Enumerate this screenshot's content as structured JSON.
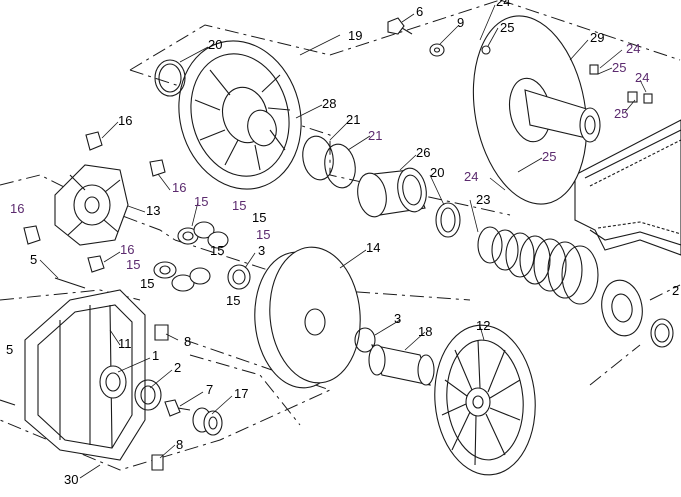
{
  "diagram": {
    "colors": {
      "ink": "#1a1a1a",
      "paper": "#ffffff",
      "accent_label": "#5b2a6e"
    },
    "callouts": [
      {
        "id": "c-6",
        "text": "6"
      },
      {
        "id": "c-9",
        "text": "9"
      },
      {
        "id": "c-24a",
        "text": "24"
      },
      {
        "id": "c-25a",
        "text": "25"
      },
      {
        "id": "c-19",
        "text": "19"
      },
      {
        "id": "c-20a",
        "text": "20"
      },
      {
        "id": "c-29",
        "text": "29"
      },
      {
        "id": "c-24b",
        "text": "24"
      },
      {
        "id": "c-25b",
        "text": "25"
      },
      {
        "id": "c-24c",
        "text": "24"
      },
      {
        "id": "c-25c",
        "text": "25"
      },
      {
        "id": "c-28",
        "text": "28"
      },
      {
        "id": "c-21a",
        "text": "21"
      },
      {
        "id": "c-21b",
        "text": "21"
      },
      {
        "id": "c-16a",
        "text": "16"
      },
      {
        "id": "c-26",
        "text": "26"
      },
      {
        "id": "c-25d",
        "text": "25"
      },
      {
        "id": "c-16b",
        "text": "16"
      },
      {
        "id": "c-20b",
        "text": "20"
      },
      {
        "id": "c-24d",
        "text": "24"
      },
      {
        "id": "c-13",
        "text": "13"
      },
      {
        "id": "c-15a",
        "text": "15"
      },
      {
        "id": "c-15b",
        "text": "15"
      },
      {
        "id": "c-16c",
        "text": "16"
      },
      {
        "id": "c-15c",
        "text": "15"
      },
      {
        "id": "c-15d",
        "text": "15"
      },
      {
        "id": "c-23",
        "text": "23"
      },
      {
        "id": "c-16d",
        "text": "16"
      },
      {
        "id": "c-14",
        "text": "14"
      },
      {
        "id": "c-3a",
        "text": "3"
      },
      {
        "id": "c-15e",
        "text": "15"
      },
      {
        "id": "c-5a",
        "text": "5"
      },
      {
        "id": "c-15f",
        "text": "15"
      },
      {
        "id": "c-15g",
        "text": "15"
      },
      {
        "id": "c-15h",
        "text": "15"
      },
      {
        "id": "c-2a",
        "text": "2"
      },
      {
        "id": "c-3b",
        "text": "3"
      },
      {
        "id": "c-12",
        "text": "12"
      },
      {
        "id": "c-18",
        "text": "18"
      },
      {
        "id": "c-8a",
        "text": "8"
      },
      {
        "id": "c-11",
        "text": "11"
      },
      {
        "id": "c-5b",
        "text": "5"
      },
      {
        "id": "c-1",
        "text": "1"
      },
      {
        "id": "c-2b",
        "text": "2"
      },
      {
        "id": "c-7",
        "text": "7"
      },
      {
        "id": "c-17",
        "text": "17"
      },
      {
        "id": "c-8b",
        "text": "8"
      },
      {
        "id": "c-30",
        "text": "30"
      }
    ]
  }
}
